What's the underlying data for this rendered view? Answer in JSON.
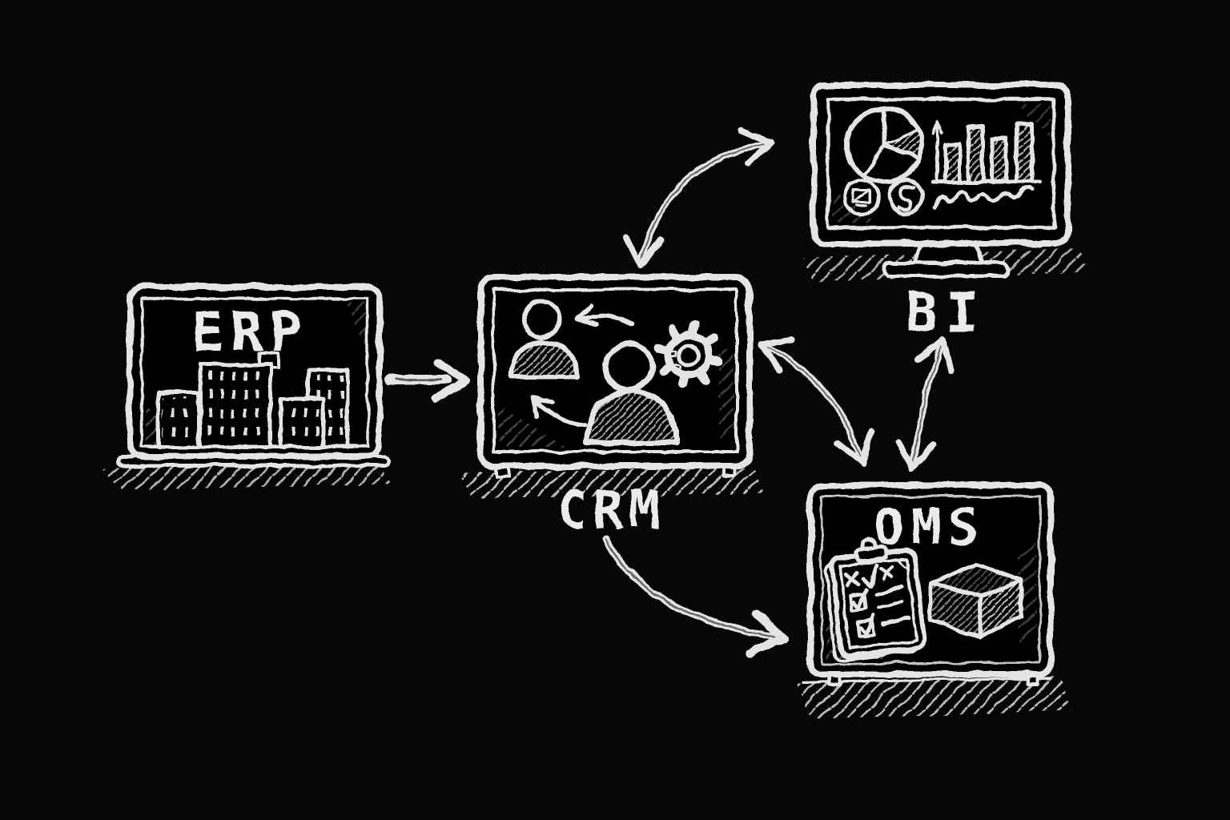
{
  "canvas": {
    "background_color": "#010101",
    "chalk_color": "#e4e4e4",
    "style": "hand-drawn white chalk on blackboard"
  },
  "nodes": {
    "erp": {
      "label": "ERP",
      "kind": "framed board",
      "icon": "city-buildings"
    },
    "crm": {
      "label": "CRM",
      "kind": "monitor",
      "icons": [
        "user-small",
        "user-large",
        "gear",
        "cycle-arrows"
      ]
    },
    "bi": {
      "label": "BI",
      "kind": "desktop monitor",
      "icons": [
        "pie-chart",
        "bar-chart",
        "mini-dashboard-badge",
        "s-curve-badge",
        "trend-wave"
      ]
    },
    "oms": {
      "label": "OMS",
      "kind": "framed board",
      "icons": [
        "checklist-clipboard",
        "package-cube"
      ]
    }
  },
  "connections": [
    {
      "from": "erp",
      "to": "crm",
      "direction": "one-way",
      "style": "straight"
    },
    {
      "from": "crm",
      "to": "bi",
      "direction": "two-way",
      "style": "curved"
    },
    {
      "from": "crm",
      "to": "oms",
      "direction": "two-way",
      "style": "curved"
    },
    {
      "from": "bi",
      "to": "oms",
      "direction": "two-way",
      "style": "curved"
    },
    {
      "from": "crm",
      "to": "oms",
      "direction": "one-way",
      "style": "curved-bottom"
    }
  ],
  "bi_screen": {
    "bar_chart_relative_heights": [
      0.62,
      0.93,
      0.73,
      0.97
    ],
    "pie_slice_count": 3,
    "has_trend_line": true
  },
  "oms_board": {
    "checklist_marks": [
      "x",
      "check",
      "x",
      "checked-box",
      "checked-box"
    ],
    "line_count": 3
  }
}
